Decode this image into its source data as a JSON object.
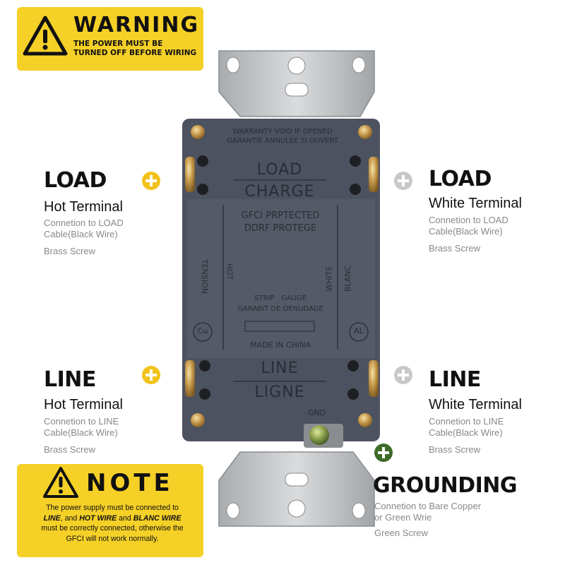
{
  "warning": {
    "title": "WARNING",
    "line1": "THE POWER MUST BE",
    "line2": "TURNED OFF BEFORE WIRING"
  },
  "note": {
    "title": "NOTE",
    "p1": "The power supply must be connected to",
    "p2a": "LINE",
    "p2b": ", and ",
    "p2c": "HOT WIRE",
    "p2d": " and ",
    "p2e": "BLANC WIRE",
    "p3": "must be correctly connected, otherwise the",
    "p4": "GFCI will not work normally."
  },
  "labels": {
    "load_hot": {
      "title": "LOAD",
      "subtitle": "Hot Terminal",
      "desc1": "Connetion to LOAD",
      "desc2": "Cable(Black Wire)",
      "screw": "Brass Screw"
    },
    "load_white": {
      "title": "LOAD",
      "subtitle": "White Terminal",
      "desc1": "Connetion to LOAD",
      "desc2": "Cable(Black Wire)",
      "screw": "Brass Screw"
    },
    "line_hot": {
      "title": "LINE",
      "subtitle": "Hot Terminal",
      "desc1": "Connetion to LINE",
      "desc2": "Cable(Black Wire)",
      "screw": "Brass Screw"
    },
    "line_white": {
      "title": "LINE",
      "subtitle": "White Terminal",
      "desc1": "Connetion to LINE",
      "desc2": "Cable(Black Wire)",
      "screw": "Brass Screw"
    },
    "grounding": {
      "title": "GROUNDING",
      "desc1": "Connetion to Bare Copper",
      "desc2": "or Green Wrie",
      "screw": "Green Screw"
    }
  },
  "device": {
    "warranty1": "WARRANTY VOID IF OPENED",
    "warranty2": "GARANTIE ANNULEE SI OUVERT",
    "load": "LOAD",
    "charge": "CHARGE",
    "gfci1": "GFCI PRPTECTED",
    "gfci2": "DDRF PROTEGE",
    "tension": "TENSION",
    "hot": "HOT",
    "white": "WHITE",
    "blanc": "BLANC",
    "strip": "STRIP   GAUGE",
    "garabit": "GARABIT DE DENUDAGE",
    "cu": "Cu",
    "al": "AL",
    "made": "MADE IN CHINA",
    "line": "LINE",
    "ligne": "LIGNE",
    "gnd": "GND"
  },
  "colors": {
    "yellow": "#f5d027",
    "plus_yellow": "#f2c21b",
    "plus_gray": "#c8c8c8",
    "plus_green": "#3f6b2a",
    "device_gray": "#4d5260"
  },
  "icons": [
    "warning-triangle-icon",
    "plus-icon"
  ]
}
